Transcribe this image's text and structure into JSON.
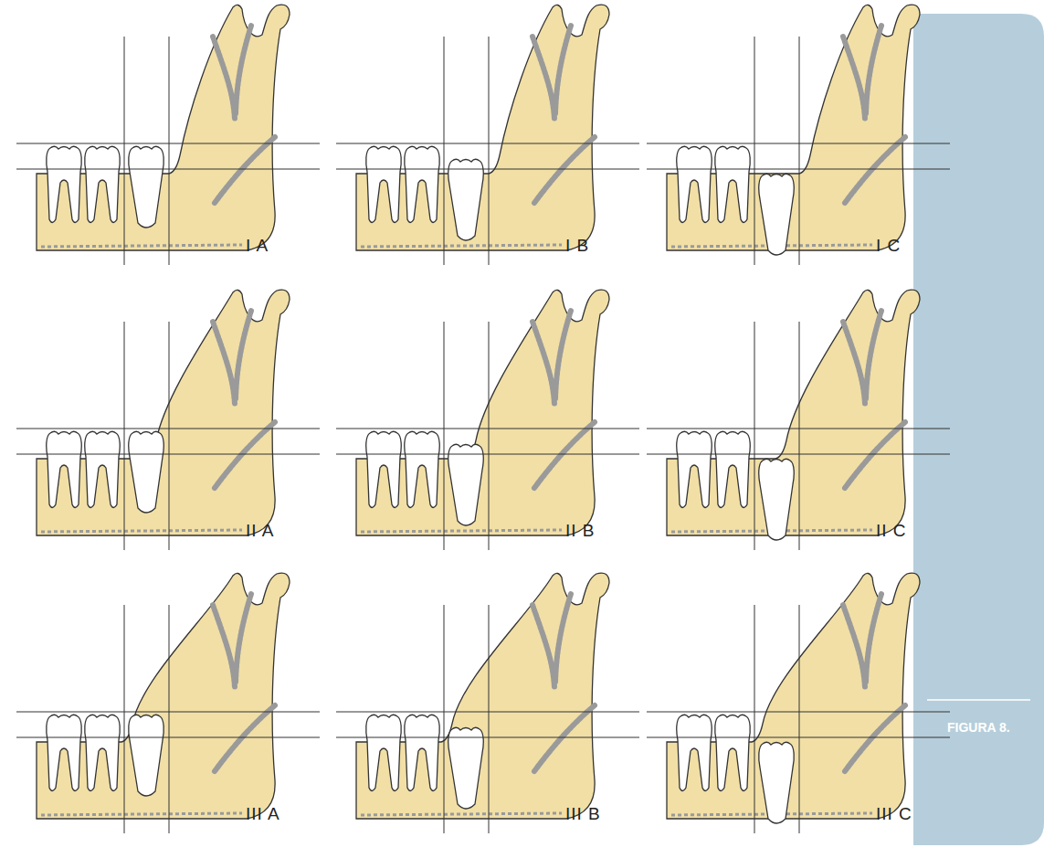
{
  "diagram": {
    "labels": [
      "I A",
      "I B",
      "I C",
      "II A",
      "II B",
      "II C",
      "III A",
      "III B",
      "III C",
      "FIGURA 8."
    ]
  }
}
